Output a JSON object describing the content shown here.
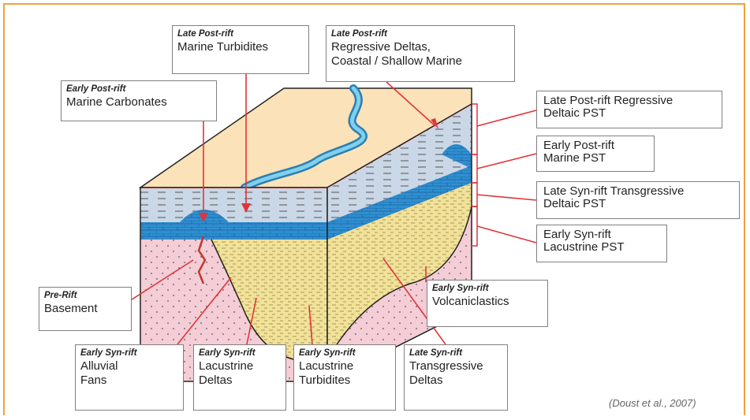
{
  "labels": {
    "late_post_rift_turbidites": {
      "title": "Late Post-rift",
      "text": "Marine Turbidites"
    },
    "late_post_rift_deltas": {
      "title": "Late Post-rift",
      "text": "Regressive Deltas,\nCoastal / Shallow Marine"
    },
    "early_post_rift_carbonates": {
      "title": "Early Post-rift",
      "text": "Marine Carbonates"
    },
    "pre_rift": {
      "title": "Pre-Rift",
      "text": "Basement"
    },
    "early_syn_rift_volcaniclastics": {
      "title": "Early Syn-rift",
      "text": "Volcaniclastics"
    },
    "early_syn_rift_fans": {
      "title": "Early Syn-rift",
      "text": "Alluvial\nFans"
    },
    "early_syn_rift_lac_deltas": {
      "title": "Early Syn-rift",
      "text": "Lacustrine\nDeltas"
    },
    "early_syn_rift_lac_turbidites": {
      "title": "Early Syn-rift",
      "text": "Lacustrine\nTurbidites"
    },
    "late_syn_rift_trans_deltas": {
      "title": "Late Syn-rift",
      "text": "Transgressive\nDeltas"
    }
  },
  "pst_labels": {
    "late_post_rift_pst": "Late Post-rift Regressive\nDeltaic PST",
    "early_post_rift_pst": "Early Post-rift\nMarine PST",
    "late_syn_rift_pst": "Late Syn-rift Transgressive\nDeltaic PST",
    "early_syn_rift_pst": "Early Syn-rift\nLacustrine PST"
  },
  "citation": "(Doust et al., 2007)",
  "colors": {
    "frame": "#f0a23c",
    "leader": "#e0343a",
    "top_surface": "#fbe2b8",
    "river": "#3aa9d8",
    "marine_clastics": "#c9d7e6",
    "carbonates": "#2f8fd1",
    "syn_rift": "#f1e29a",
    "basement": "#f4cdd6"
  }
}
